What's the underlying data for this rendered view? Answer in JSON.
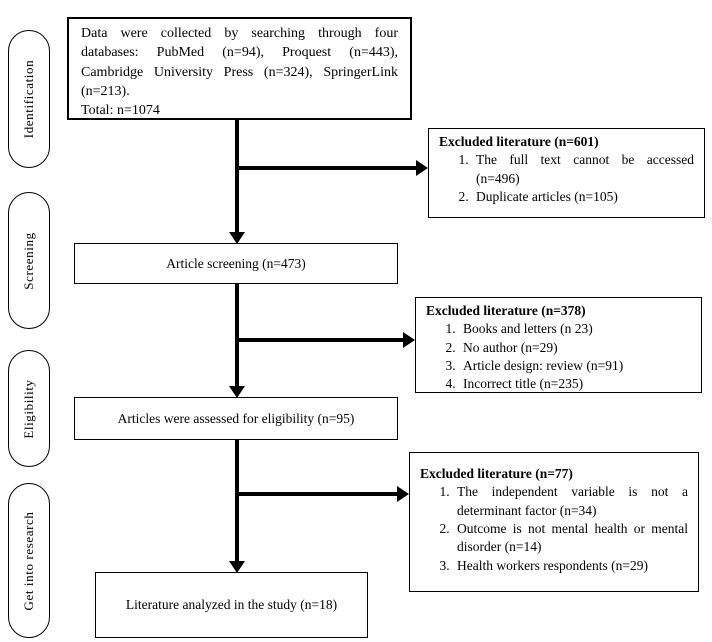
{
  "stages": [
    {
      "label": "Identification"
    },
    {
      "label": "Screening"
    },
    {
      "label": "Eligibility"
    },
    {
      "label": "Get into research"
    }
  ],
  "boxes": {
    "source": {
      "text": "Data were collected by searching through four databases: PubMed (n=94), Proquest (n=443), Cambridge University Press (n=324), SpringerLink (n=213).",
      "total": "Total: n=1074"
    },
    "screening": {
      "text": "Article screening (n=473)"
    },
    "eligibility": {
      "text": "Articles were assessed for eligibility (n=95)"
    },
    "included": {
      "text": "Literature analyzed in the study (n=18)"
    }
  },
  "exclusions": [
    {
      "title": "Excluded literature (n=601)",
      "items": [
        "The full text cannot be accessed (n=496)",
        "Duplicate articles (n=105)"
      ]
    },
    {
      "title": "Excluded literature (n=378)",
      "items": [
        "Books and letters (n 23)",
        "No author (n=29)",
        "Article design: review (n=91)",
        "Incorrect title (n=235)"
      ]
    },
    {
      "title": "Excluded literature (n=77)",
      "items": [
        "The independent variable is not a determinant factor (n=34)",
        "Outcome is not mental health or mental disorder (n=14)",
        "Health workers respondents (n=29)"
      ]
    }
  ],
  "colors": {
    "line": "#000000",
    "background": "#ffffff",
    "text": "#000000"
  }
}
